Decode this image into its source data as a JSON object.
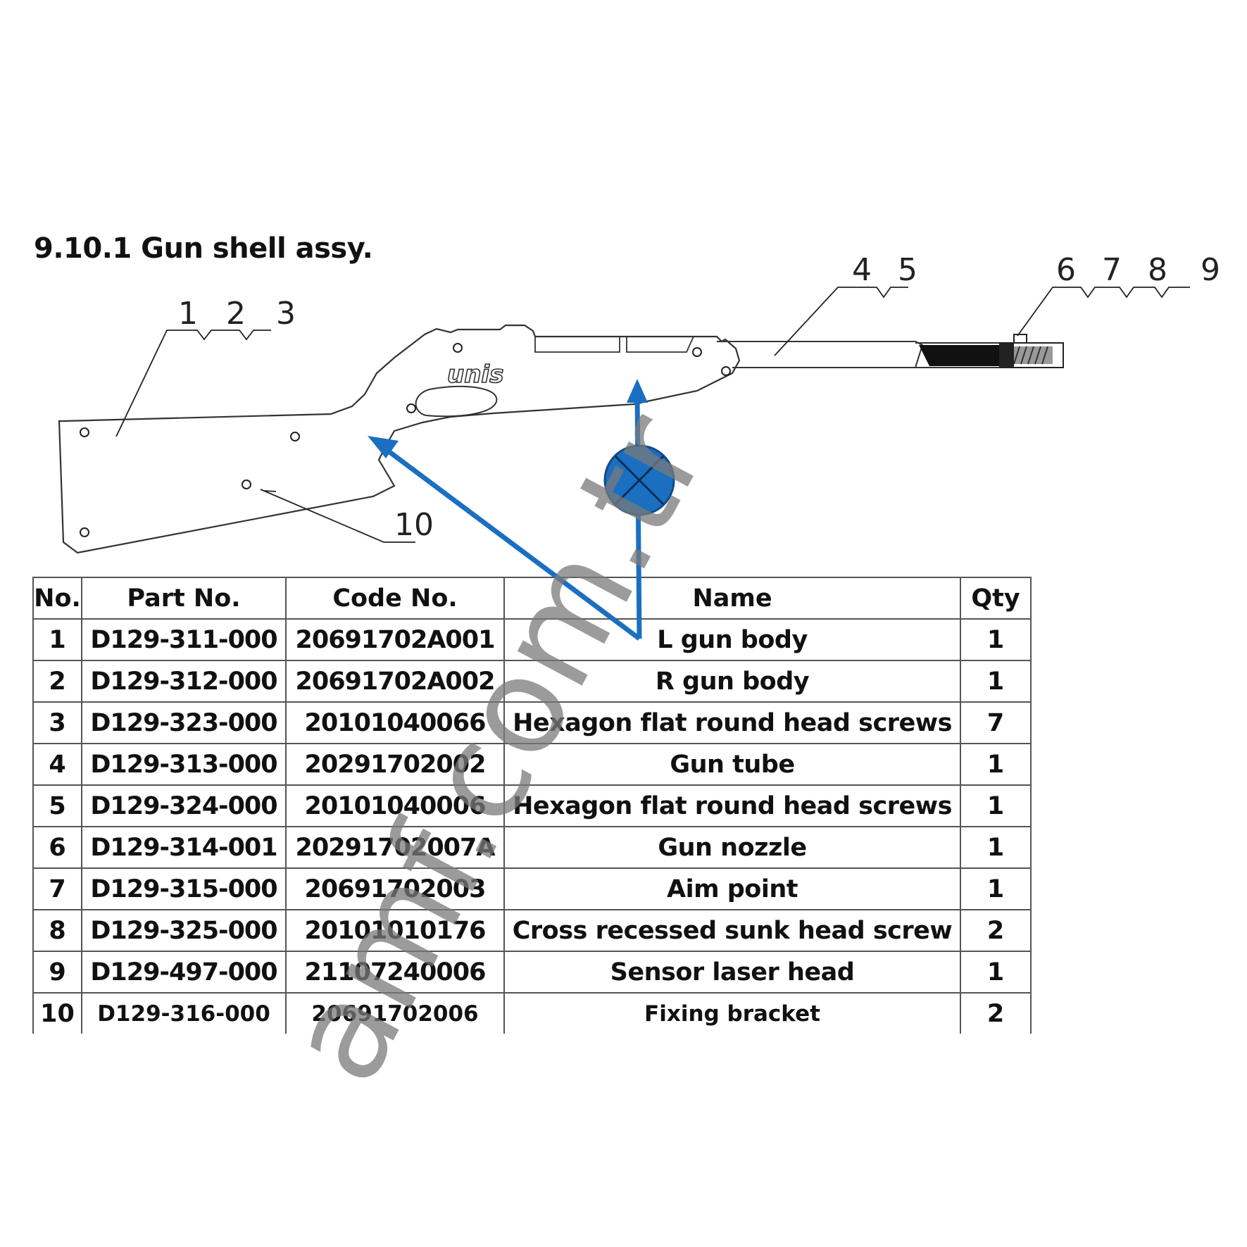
{
  "title": "9.10.1 Gun shell assy.",
  "diagram": {
    "logo_text": "unis",
    "callouts": [
      "1",
      "2",
      "3",
      "4",
      "5",
      "6",
      "7",
      "8",
      "9",
      "10"
    ]
  },
  "table": {
    "headers": {
      "no": "No.",
      "part": "Part No.",
      "code": "Code No.",
      "name": "Name",
      "qty": "Qty"
    },
    "rows": [
      {
        "no": "1",
        "part": "D129-311-000",
        "code": "20691702A001",
        "name": "L gun body",
        "qty": "1"
      },
      {
        "no": "2",
        "part": "D129-312-000",
        "code": "20691702A002",
        "name": "R gun body",
        "qty": "1"
      },
      {
        "no": "3",
        "part": "D129-323-000",
        "code": "20101040066",
        "name": "Hexagon flat round head screws",
        "qty": "7"
      },
      {
        "no": "4",
        "part": "D129-313-000",
        "code": "20291702002",
        "name": "Gun tube",
        "qty": "1"
      },
      {
        "no": "5",
        "part": "D129-324-000",
        "code": "20101040006",
        "name": "Hexagon flat round head screws",
        "qty": "1"
      },
      {
        "no": "6",
        "part": "D129-314-001",
        "code": "20291702007A",
        "name": "Gun nozzle",
        "qty": "1"
      },
      {
        "no": "7",
        "part": "D129-315-000",
        "code": "20691702003",
        "name": "Aim point",
        "qty": "1"
      },
      {
        "no": "8",
        "part": "D129-325-000",
        "code": "20101010176",
        "name": "Cross recessed sunk head screw",
        "qty": "2"
      },
      {
        "no": "9",
        "part": "D129-497-000",
        "code": "21107240006",
        "name": "Sensor laser head",
        "qty": "1"
      },
      {
        "no": "10",
        "part": "D129-316-000",
        "code": "20691702006",
        "name": "Fixing bracket",
        "qty": "2"
      }
    ]
  },
  "watermark": "amf.com.tr",
  "colors": {
    "arrow": "#1b6fc1",
    "line": "#333333",
    "text": "#111111"
  }
}
